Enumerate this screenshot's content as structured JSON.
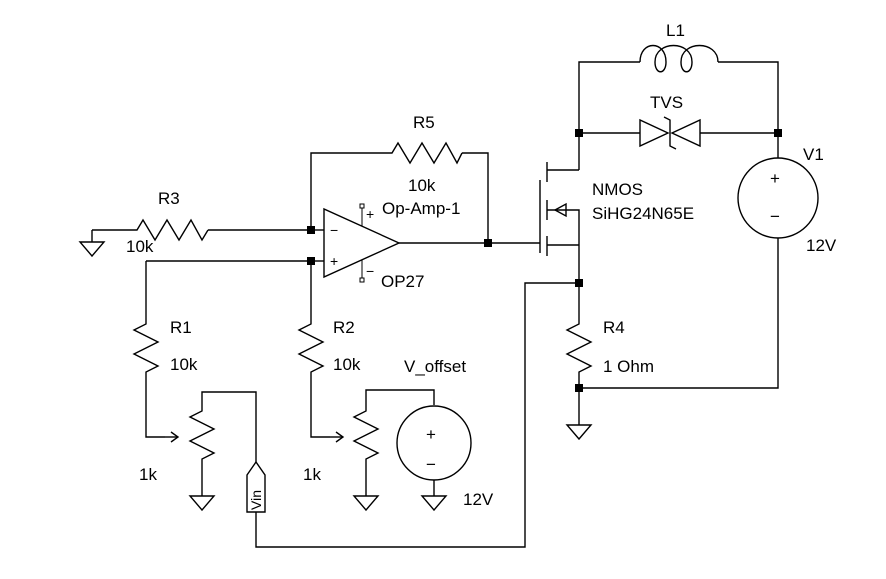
{
  "components": {
    "r1": {
      "ref": "R1",
      "value": "10k"
    },
    "r2": {
      "ref": "R2",
      "value": "10k"
    },
    "r3": {
      "ref": "R3",
      "value": "10k"
    },
    "r4": {
      "ref": "R4",
      "value": "1 Ohm"
    },
    "r5": {
      "ref": "R5",
      "value": "10k"
    },
    "l1": {
      "ref": "L1"
    },
    "tvs": {
      "ref": "TVS"
    },
    "v1": {
      "ref": "V1",
      "value": "12V"
    },
    "v_offset": {
      "ref": "V_offset",
      "value": "12V"
    },
    "opamp": {
      "ref": "Op-Amp-1",
      "model": "OP27",
      "plus": "+",
      "minus": "−",
      "in_plus": "+",
      "in_minus": "−"
    },
    "nmos": {
      "ref": "NMOS",
      "model": "SiHG24N65E"
    },
    "pot_vin": {
      "value": "1k"
    },
    "pot_offset": {
      "value": "1k"
    },
    "vin_port": {
      "label": "Vin"
    },
    "v1_symbols": {
      "plus": "+",
      "minus": "−"
    },
    "voff_symbols": {
      "plus": "+",
      "minus": "−"
    }
  }
}
